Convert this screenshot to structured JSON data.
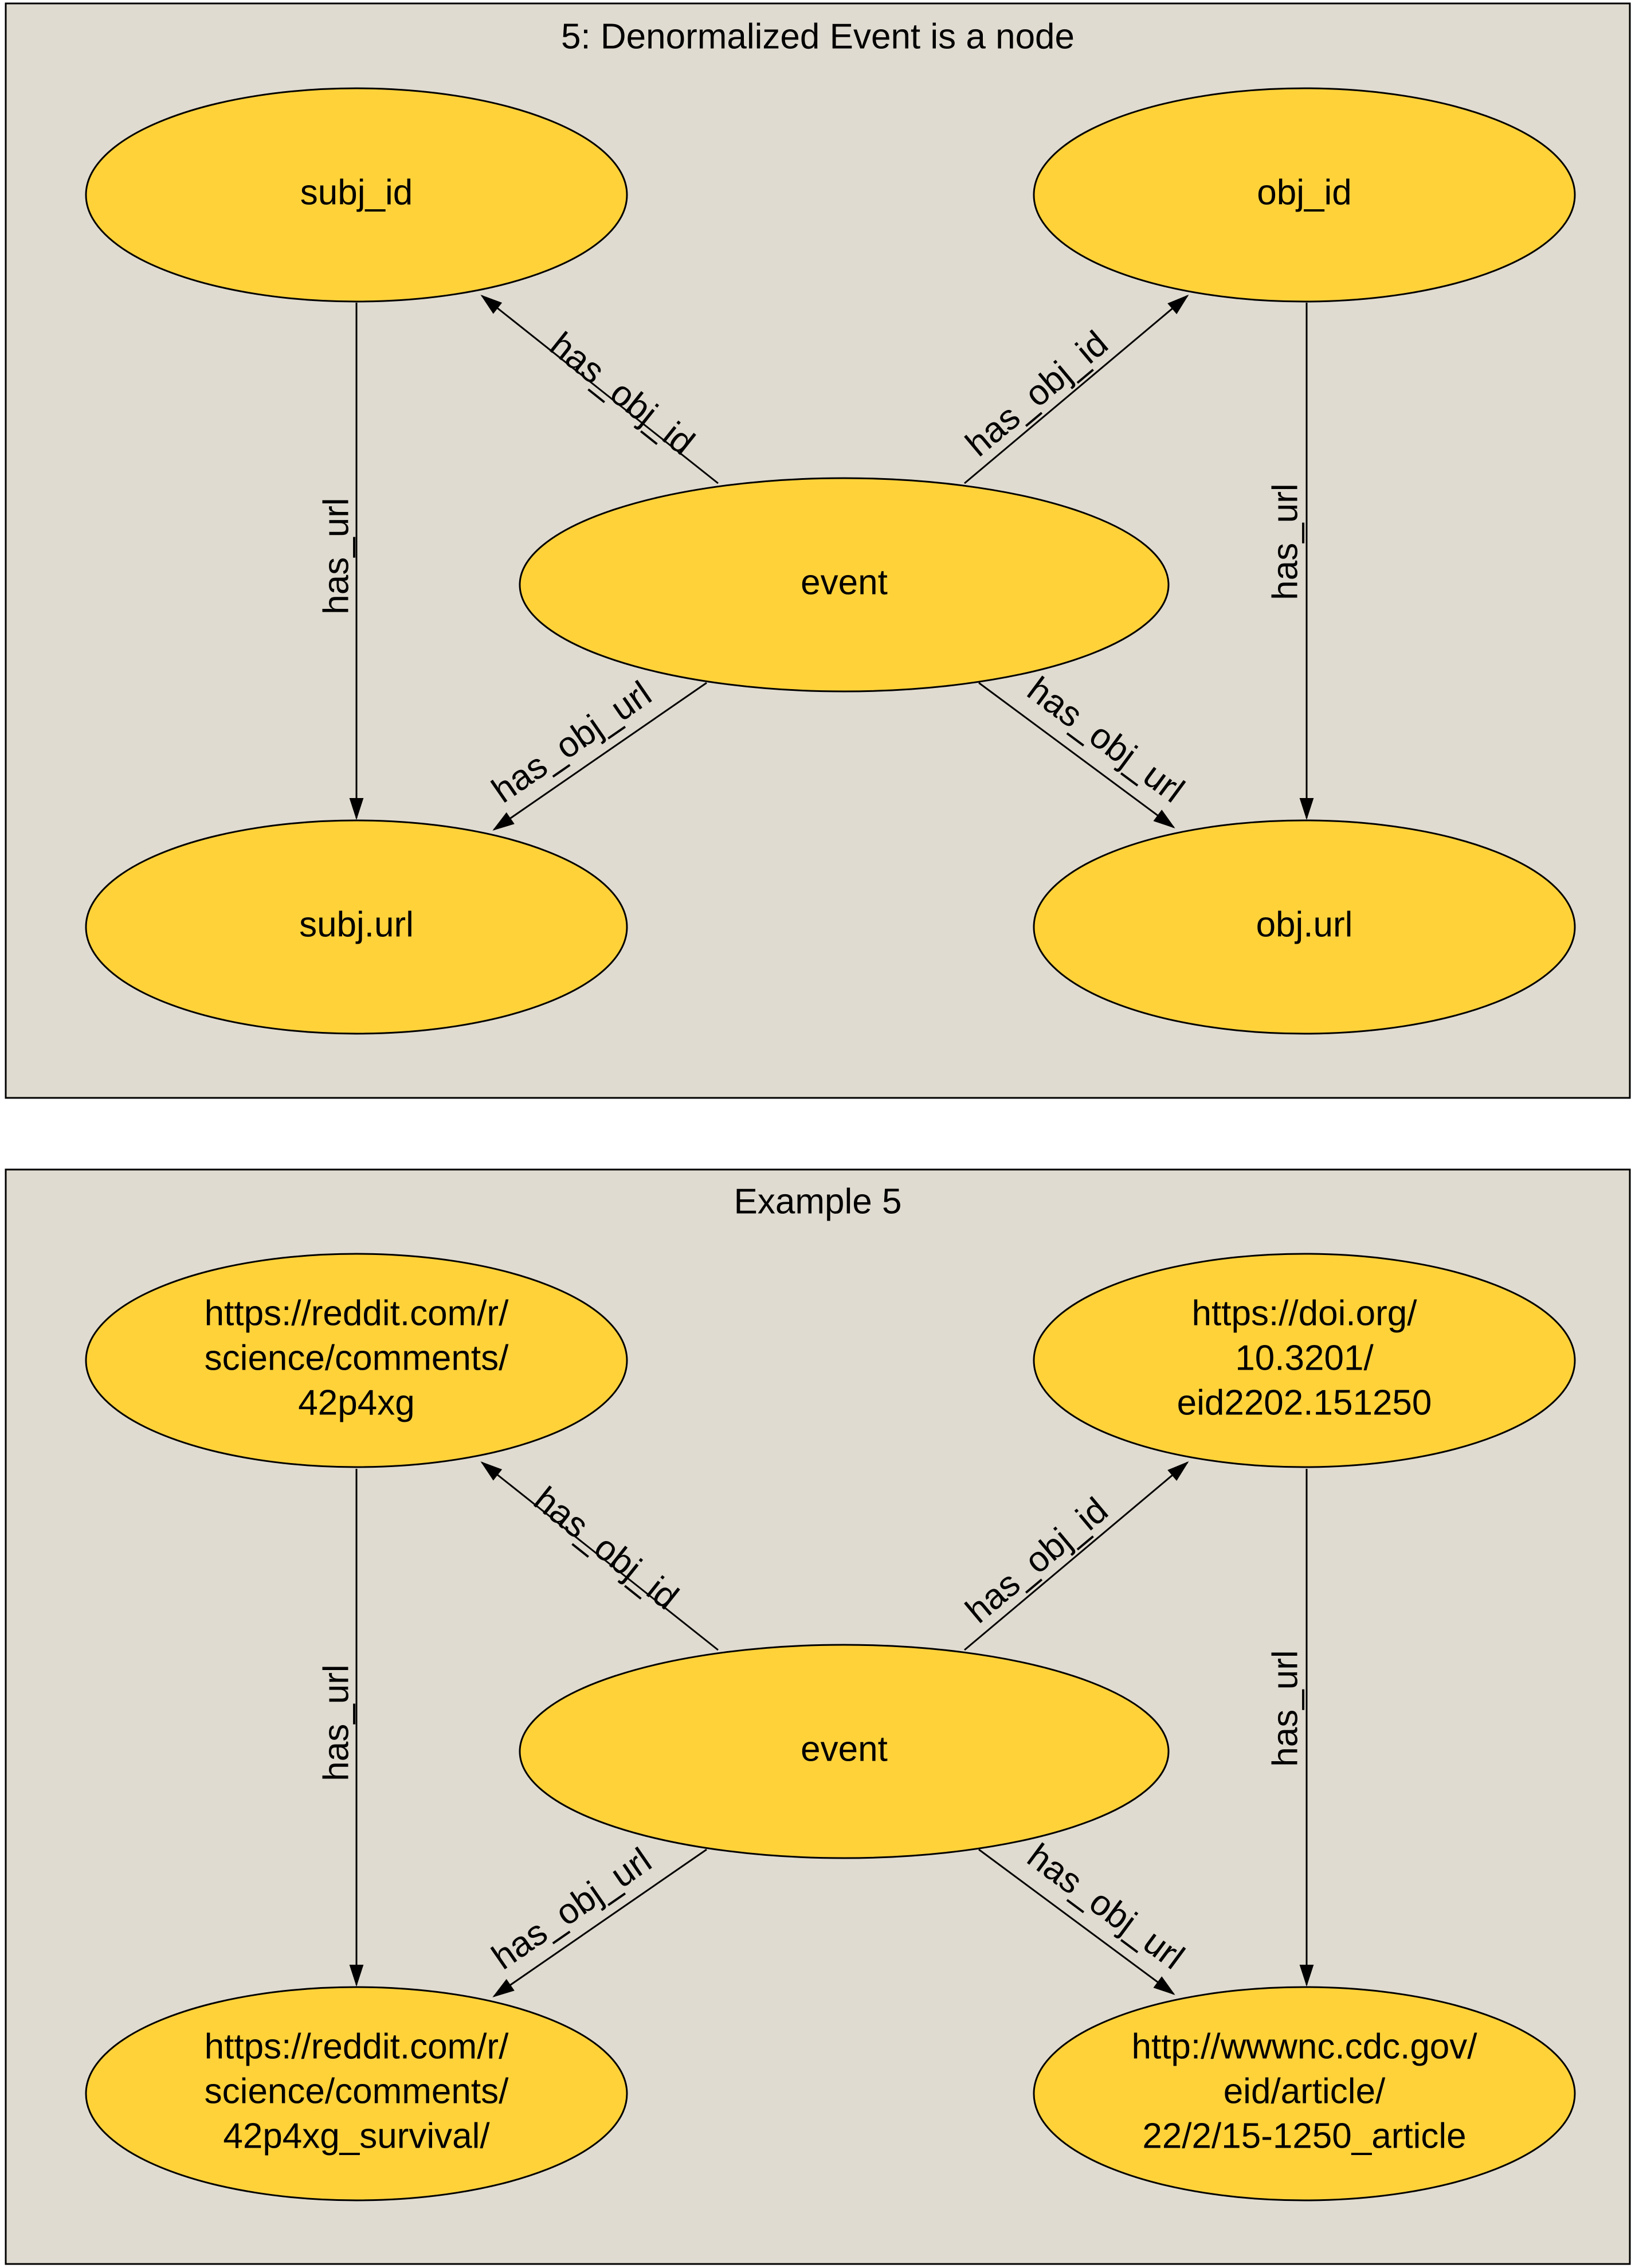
{
  "panels": [
    {
      "title": "5: Denormalized Event is a node",
      "nodes": {
        "event": [
          "event"
        ],
        "top_left": [
          "subj_id"
        ],
        "top_right": [
          "obj_id"
        ],
        "bottom_left": [
          "subj.url"
        ],
        "bottom_right": [
          "obj.url"
        ]
      },
      "edges": {
        "event_to_top_left": "has_obj_id",
        "event_to_top_right": "has_obj_id",
        "event_to_bottom_left": "has_obj_url",
        "event_to_bottom_right": "has_obj_url",
        "left_vertical": "has_url",
        "right_vertical": "has_url"
      }
    },
    {
      "title": "Example 5",
      "nodes": {
        "event": [
          "event"
        ],
        "top_left": [
          "https://reddit.com/r/",
          "science/comments/",
          "42p4xg"
        ],
        "top_right": [
          "https://doi.org/",
          "10.3201/",
          "eid2202.151250"
        ],
        "bottom_left": [
          "https://reddit.com/r/",
          "science/comments/",
          "42p4xg_survival/"
        ],
        "bottom_right": [
          "http://wwwnc.cdc.gov/",
          "eid/article/",
          "22/2/15-1250_article"
        ]
      },
      "edges": {
        "event_to_top_left": "has_obj_id",
        "event_to_top_right": "has_obj_id",
        "event_to_bottom_left": "has_obj_url",
        "event_to_bottom_right": "has_obj_url",
        "left_vertical": "has_url",
        "right_vertical": "has_url"
      }
    }
  ],
  "colors": {
    "panel_background": "#e0dbd0",
    "node_fill": "#ffd23a",
    "stroke": "#000000"
  }
}
